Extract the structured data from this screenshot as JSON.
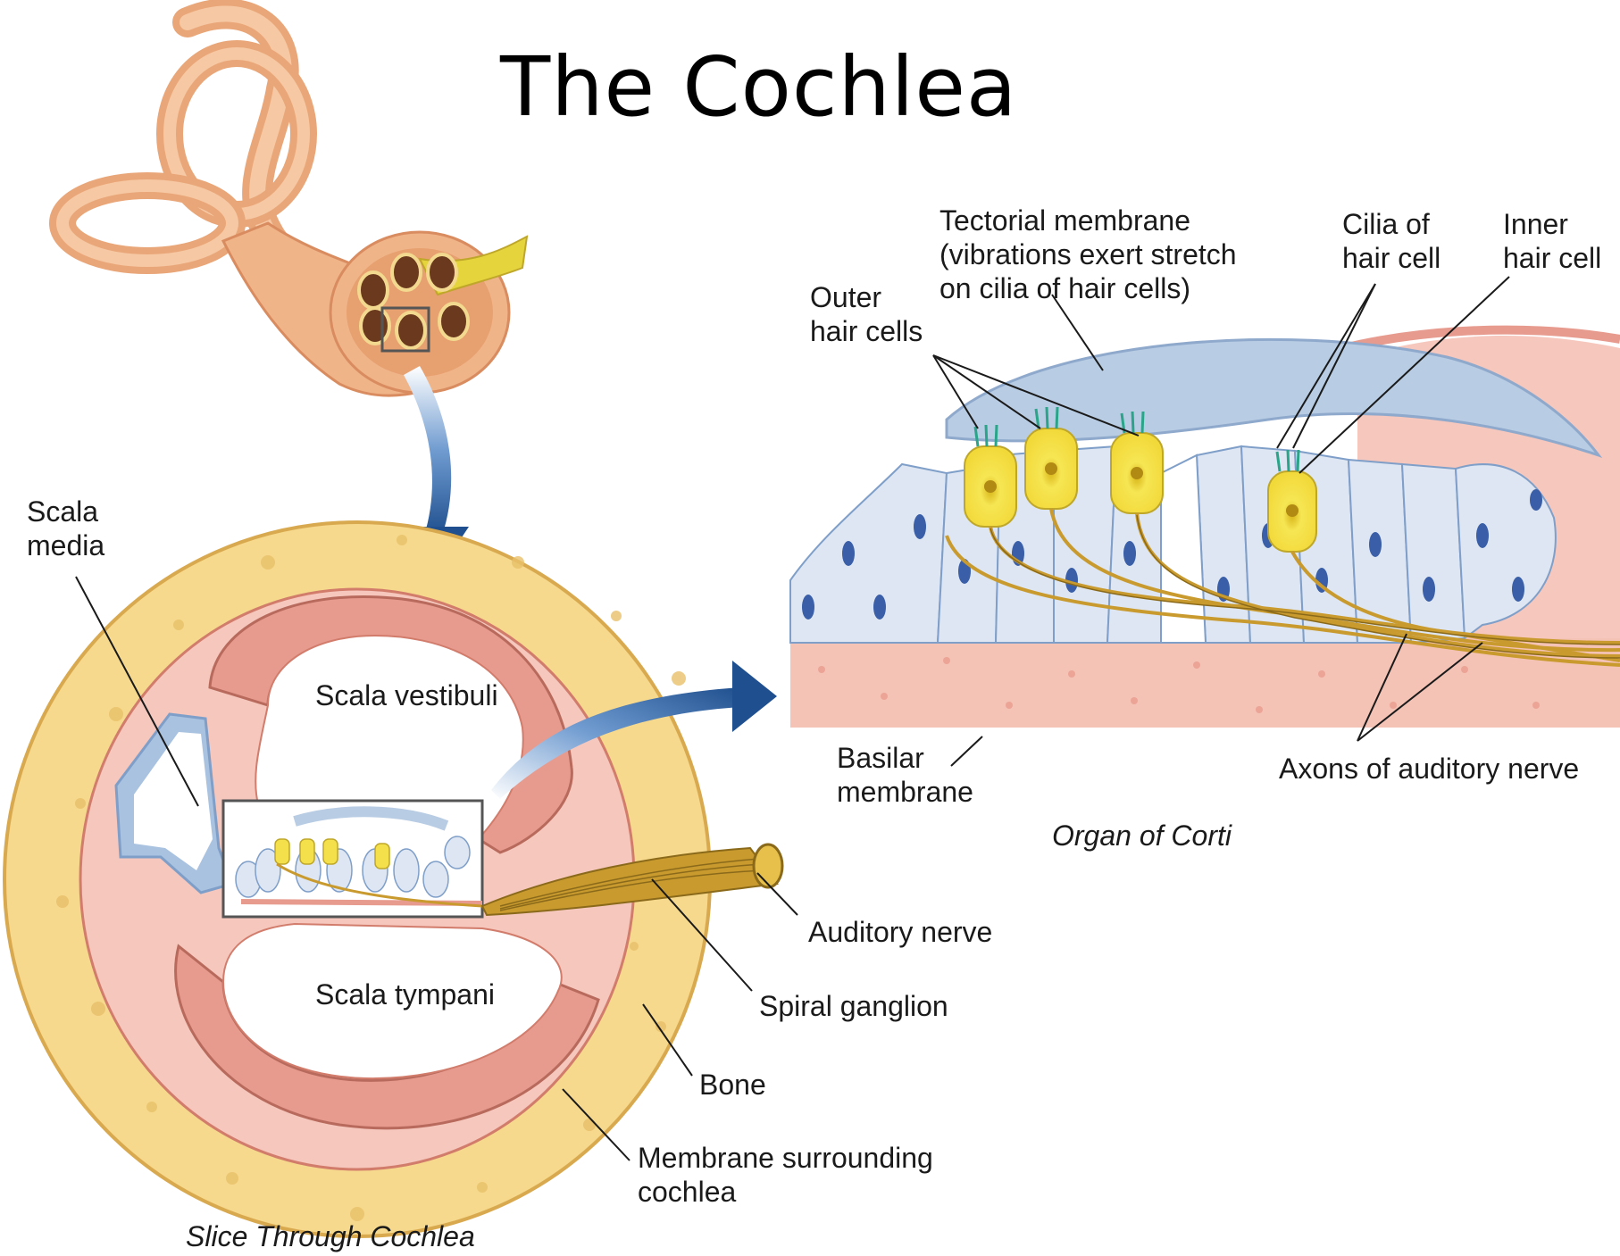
{
  "title": "The Cochlea",
  "labels": {
    "scala_media": [
      "Scala",
      "media"
    ],
    "scala_vestibuli": "Scala vestibuli",
    "scala_tympani": "Scala tympani",
    "auditory_nerve": "Auditory nerve",
    "spiral_ganglion": "Spiral ganglion",
    "bone": "Bone",
    "membrane_surrounding": [
      "Membrane surrounding",
      "cochlea"
    ],
    "tectorial_membrane": [
      "Tectorial membrane",
      "(vibrations exert stretch",
      "on cilia of hair cells)"
    ],
    "cilia_of_hair_cell": [
      "Cilia of",
      "hair cell"
    ],
    "inner_hair_cell": [
      "Inner",
      "hair cell"
    ],
    "outer_hair_cells": [
      "Outer",
      "hair cells"
    ],
    "basilar_membrane": [
      "Basilar",
      "membrane"
    ],
    "axons_auditory_nerve": "Axons of auditory nerve"
  },
  "captions": {
    "organ_of_corti": "Organ of Corti",
    "slice_through_cochlea": "Slice Through Cochlea"
  },
  "colors": {
    "bone": "#f6d98c",
    "bone_edge": "#d9a94f",
    "membrane_pink": "#e79b8f",
    "membrane_light": "#f5c7bd",
    "tectorial_blue": "#b8cce3",
    "support_cell": "#dde6f2",
    "nucleus": "#3a5fa8",
    "hair_cell": "#f4e04a",
    "nerve": "#c99a2e",
    "arrow": "#2a5c9a",
    "inner_ear": "#f0b489"
  }
}
